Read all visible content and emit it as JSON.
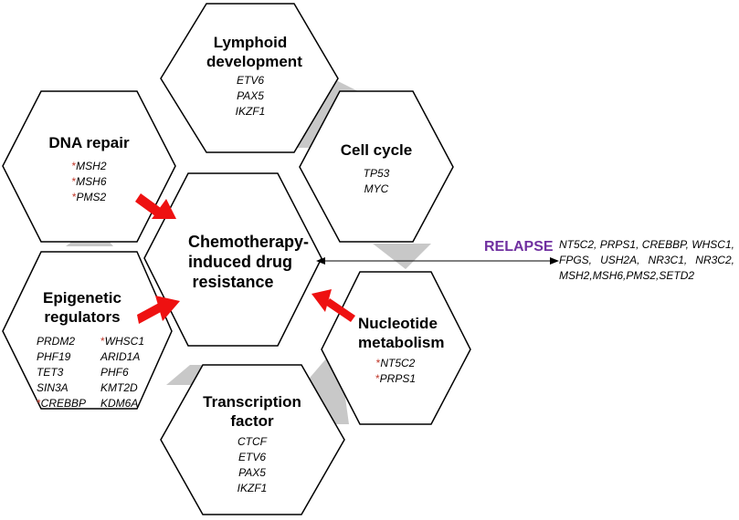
{
  "colors": {
    "outline": "#000000",
    "connector": "#c8c8c8",
    "arrow": "#ee1111",
    "relapse": "#7030a0",
    "asterisk": "#c0392b"
  },
  "center": {
    "title_lines": [
      "Chemotherapy-",
      "induced drug",
      "resistance"
    ]
  },
  "modules": {
    "lymphoid": {
      "title_lines": [
        "Lymphoid",
        "development"
      ],
      "genes": [
        "ETV6",
        "PAX5",
        "IKZF1"
      ]
    },
    "dna_repair": {
      "title_lines": [
        "DNA repair"
      ],
      "genes": [
        {
          "star": "*",
          "name": "MSH2"
        },
        {
          "star": "*",
          "name": "MSH6"
        },
        {
          "star": "*",
          "name": "PMS2"
        }
      ]
    },
    "cell_cycle": {
      "title_lines": [
        "Cell cycle"
      ],
      "genes": [
        "TP53",
        "MYC"
      ]
    },
    "epigenetic": {
      "title_lines": [
        "Epigenetic",
        "regulators"
      ],
      "left_genes": [
        {
          "star": "",
          "name": "PRDM2"
        },
        {
          "star": "",
          "name": "PHF19"
        },
        {
          "star": "",
          "name": "TET3"
        },
        {
          "star": "",
          "name": "SIN3A"
        },
        {
          "star": "*",
          "name": "CREBBP"
        }
      ],
      "right_genes": [
        {
          "star": "*",
          "name": "WHSC1"
        },
        {
          "star": "",
          "name": "ARID1A"
        },
        {
          "star": "",
          "name": "PHF6"
        },
        {
          "star": "",
          "name": "KMT2D"
        },
        {
          "star": "",
          "name": "KDM6A"
        }
      ]
    },
    "nucleotide": {
      "title_lines": [
        "Nucleotide",
        "metabolism"
      ],
      "genes": [
        {
          "star": "*",
          "name": "NT5C2"
        },
        {
          "star": "*",
          "name": "PRPS1"
        }
      ]
    },
    "transcription": {
      "title_lines": [
        "Transcription",
        "factor"
      ],
      "genes": [
        "CTCF",
        "ETV6",
        "PAX5",
        "IKZF1"
      ]
    }
  },
  "relapse": {
    "label": "RELAPSE",
    "gene_rows": [
      [
        "NT5C2,",
        "PRPS1,",
        "CREBBP,",
        "WHSC1,"
      ],
      [
        "FPGS,",
        "USH2A,",
        "NR3C1,",
        "NR3C2,"
      ],
      [
        "MSH2,",
        "MSH6,",
        "PMS2,",
        "SETD2"
      ]
    ]
  }
}
